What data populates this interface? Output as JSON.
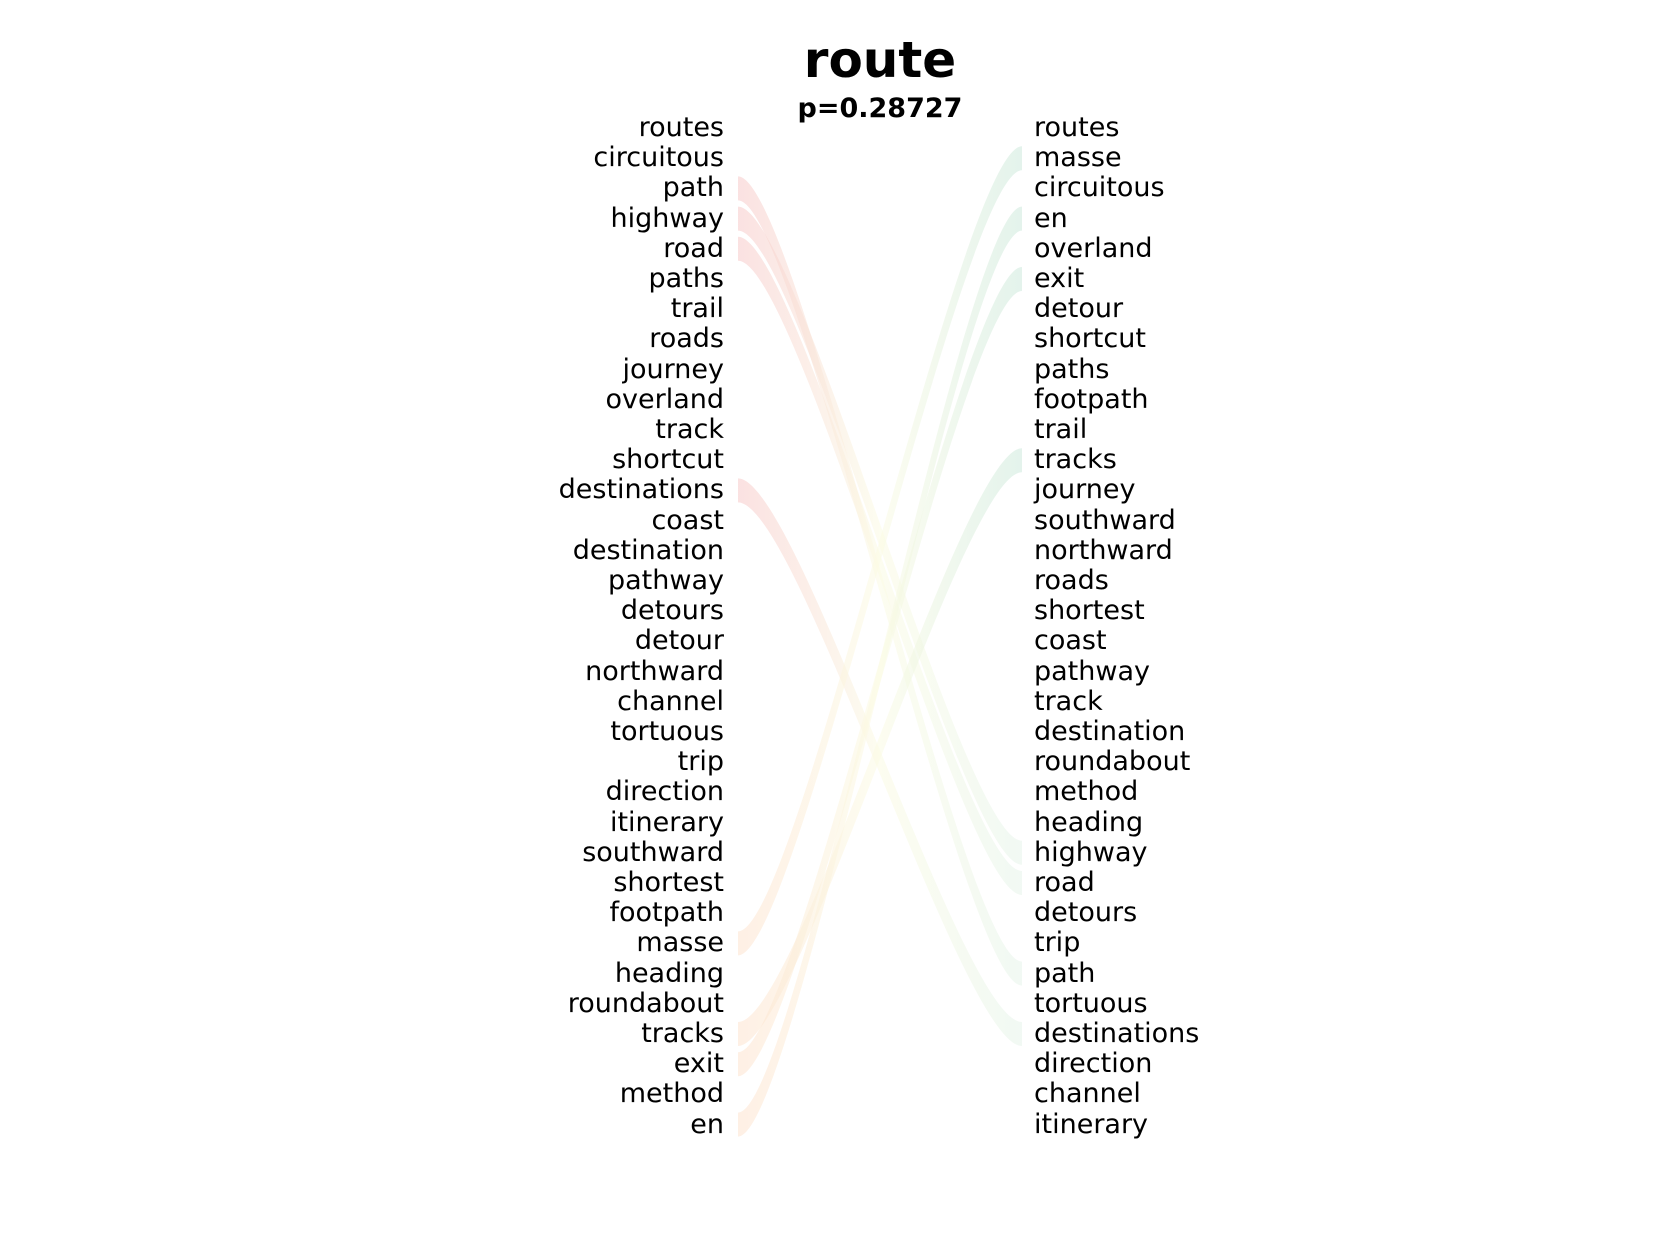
{
  "title": "route",
  "subtitle": "p=0.28727",
  "colors": {
    "left_band_start": "#f7c9c9",
    "left_band_end": "#fde3cf",
    "right_band_start": "#cde9dc",
    "right_band_end": "#e6f4ea",
    "center_blend": "#fbfbe4"
  },
  "left_words": [
    "routes",
    "circuitous",
    "path",
    "highway",
    "road",
    "paths",
    "trail",
    "roads",
    "journey",
    "overland",
    "track",
    "shortcut",
    "destinations",
    "coast",
    "destination",
    "pathway",
    "detours",
    "detour",
    "northward",
    "channel",
    "tortuous",
    "trip",
    "direction",
    "itinerary",
    "southward",
    "shortest",
    "footpath",
    "masse",
    "heading",
    "roundabout",
    "tracks",
    "exit",
    "method",
    "en"
  ],
  "right_words": [
    "routes",
    "masse",
    "circuitous",
    "en",
    "overland",
    "exit",
    "detour",
    "shortcut",
    "paths",
    "footpath",
    "trail",
    "tracks",
    "journey",
    "southward",
    "northward",
    "roads",
    "shortest",
    "coast",
    "pathway",
    "track",
    "destination",
    "roundabout",
    "method",
    "heading",
    "highway",
    "road",
    "detours",
    "trip",
    "path",
    "tortuous",
    "destinations",
    "direction",
    "channel",
    "itinerary"
  ],
  "highlighted_left_to_right": [
    {
      "word": "path",
      "from": 2,
      "to": 28
    },
    {
      "word": "highway",
      "from": 3,
      "to": 24
    },
    {
      "word": "road",
      "from": 4,
      "to": 25
    },
    {
      "word": "destinations",
      "from": 12,
      "to": 30
    },
    {
      "word": "masse",
      "from": 27,
      "to": 1
    },
    {
      "word": "tracks",
      "from": 30,
      "to": 11
    },
    {
      "word": "exit",
      "from": 31,
      "to": 5
    },
    {
      "word": "en",
      "from": 33,
      "to": 3
    }
  ]
}
